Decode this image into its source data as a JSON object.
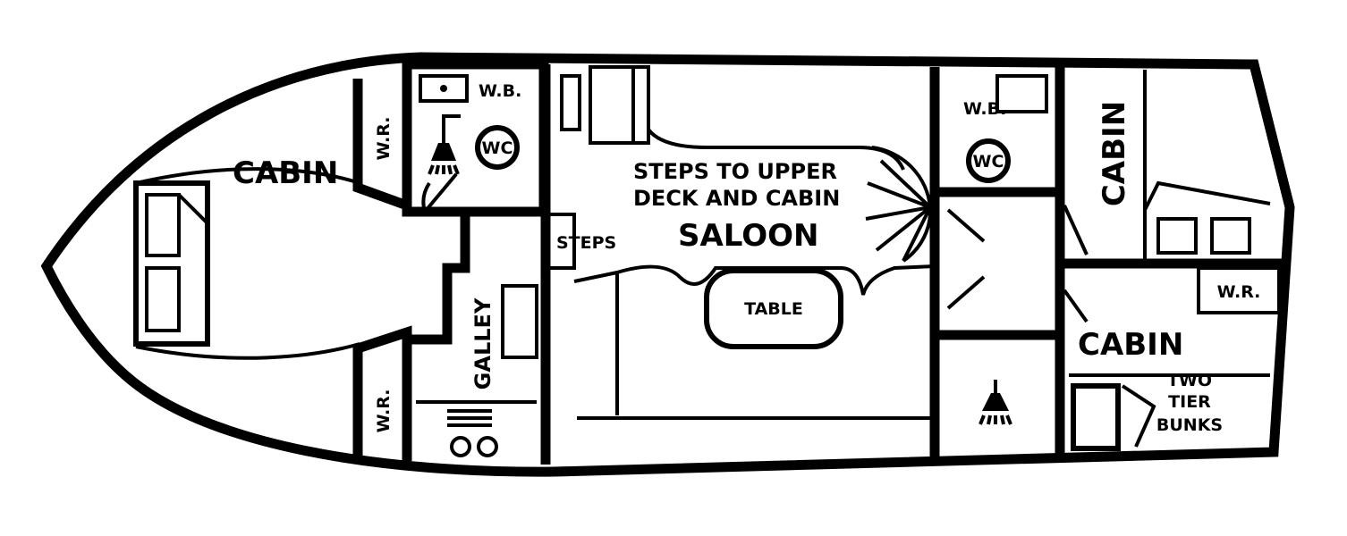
{
  "plan": {
    "labels": {
      "bow_cabin": "CABIN",
      "wr_top": "W.R.",
      "wr_bottom": "W.R.",
      "wb_fwd": "W.B.",
      "wc_fwd": "WC",
      "steps": "STEPS",
      "galley": "GALLEY",
      "steps_upper_line1": "STEPS TO UPPER",
      "steps_upper_line2": "DECK AND CABIN",
      "saloon": "SALOON",
      "table": "TABLE",
      "wb_aft": "W.B.",
      "wc_aft": "WC",
      "cabin_aft_top": "CABIN",
      "wr_aft": "W.R.",
      "cabin_aft_bottom": "CABIN",
      "bunks_line1": "TWO",
      "bunks_line2": "TIER",
      "bunks_line3": "BUNKS"
    },
    "icons": [
      "shower-icon",
      "washbasin-icon",
      "stove-icon",
      "sink-icon",
      "spiral-stairs-icon",
      "door-swing-icon",
      "bed-icon"
    ]
  }
}
